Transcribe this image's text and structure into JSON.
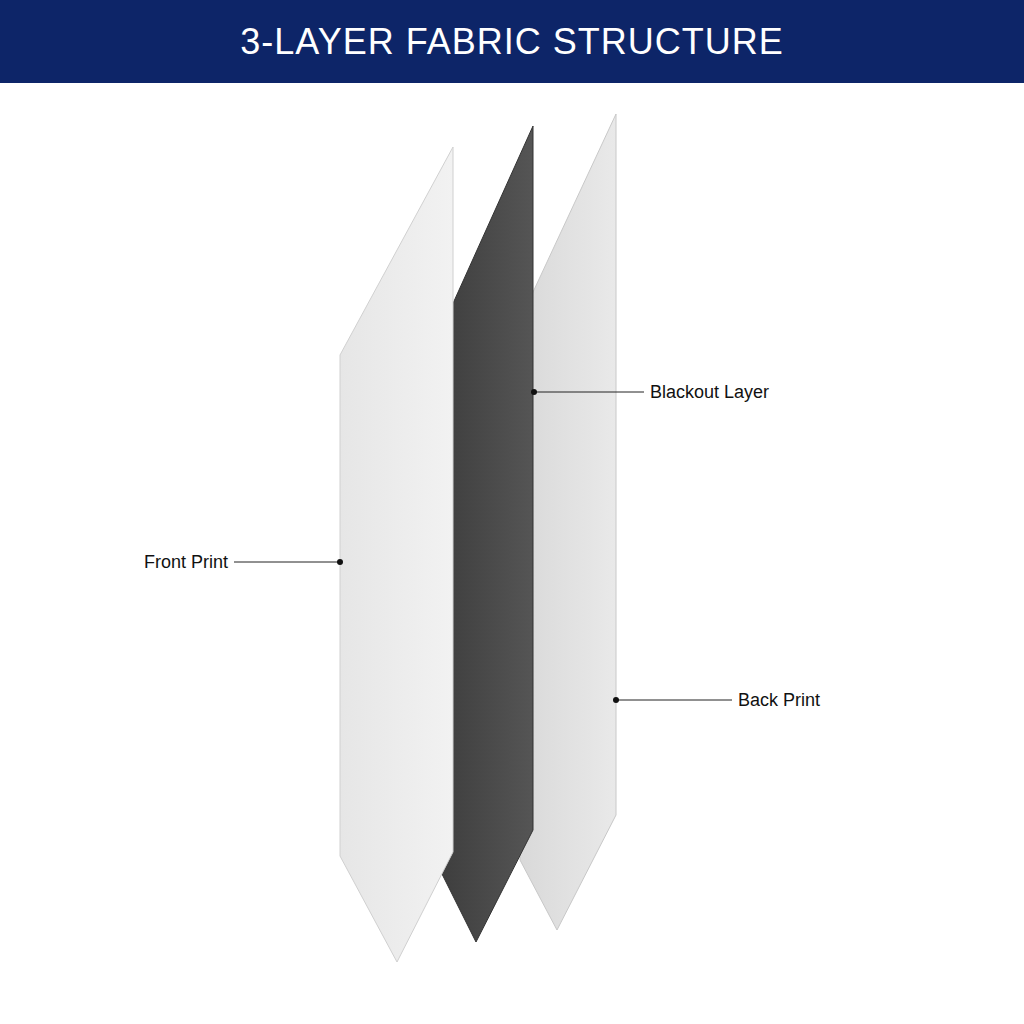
{
  "diagram": {
    "title": "3-LAYER FABRIC STRUCTURE",
    "labels": [
      "Front Print",
      "Blackout Layer",
      "Back Print"
    ]
  }
}
